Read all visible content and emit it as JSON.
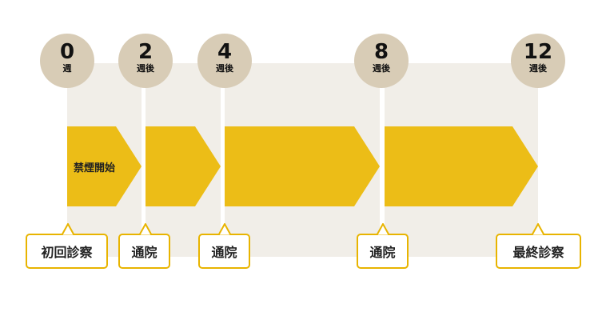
{
  "milestones": [
    {
      "num": "0",
      "unit": "週"
    },
    {
      "num": "2",
      "unit": "週後"
    },
    {
      "num": "4",
      "unit": "週後"
    },
    {
      "num": "8",
      "unit": "週後"
    },
    {
      "num": "12",
      "unit": "週後"
    }
  ],
  "phase_label": "禁煙開始",
  "visits": [
    "初回診察",
    "通院",
    "通院",
    "通院",
    "最終診察"
  ],
  "colors": {
    "arrow": "#ecbd17",
    "panel": "#f1eee8",
    "circle": "#d8ccb6",
    "callout_border": "#e8b400"
  }
}
